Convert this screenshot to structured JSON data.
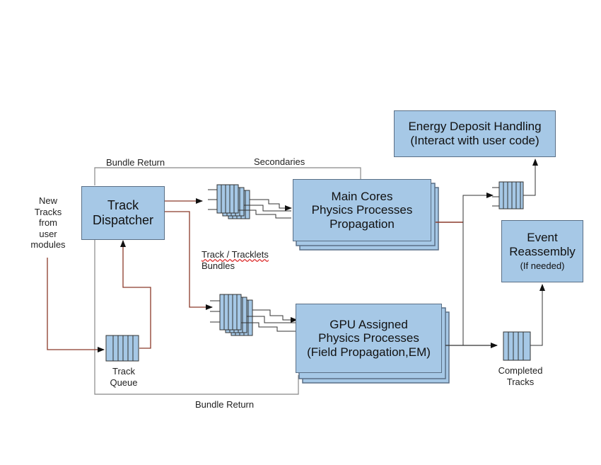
{
  "colors": {
    "box_fill": "#a6c8e6",
    "box_border": "#5a6f86",
    "line": "#888888",
    "arrow_brown": "#8b3a2a",
    "arrow_dark": "#333333"
  },
  "boxes": {
    "energy": {
      "line1": "Energy Deposit Handling",
      "line2": "(Interact with user code)"
    },
    "dispatcher": {
      "line1": "Track",
      "line2": "Dispatcher"
    },
    "main_cores": {
      "line1": "Main Cores",
      "line2": "Physics Processes",
      "line3": "Propagation"
    },
    "event": {
      "line1": "Event",
      "line2": "Reassembly",
      "line3": "(If needed)"
    },
    "gpu": {
      "line1": "GPU Assigned",
      "line2": "Physics Processes",
      "line3": "(Field Propagation,EM)"
    }
  },
  "labels": {
    "bundle_return_top": "Bundle Return",
    "secondaries": "Secondaries",
    "new_tracks": [
      "New",
      "Tracks",
      "from",
      "user",
      "modules"
    ],
    "track_bundles": [
      "Track / Tracklets",
      "Bundles"
    ],
    "track_queue": [
      "Track",
      "Queue"
    ],
    "bundle_return_bottom": "Bundle Return",
    "completed_tracks": [
      "Completed",
      "Tracks"
    ]
  }
}
